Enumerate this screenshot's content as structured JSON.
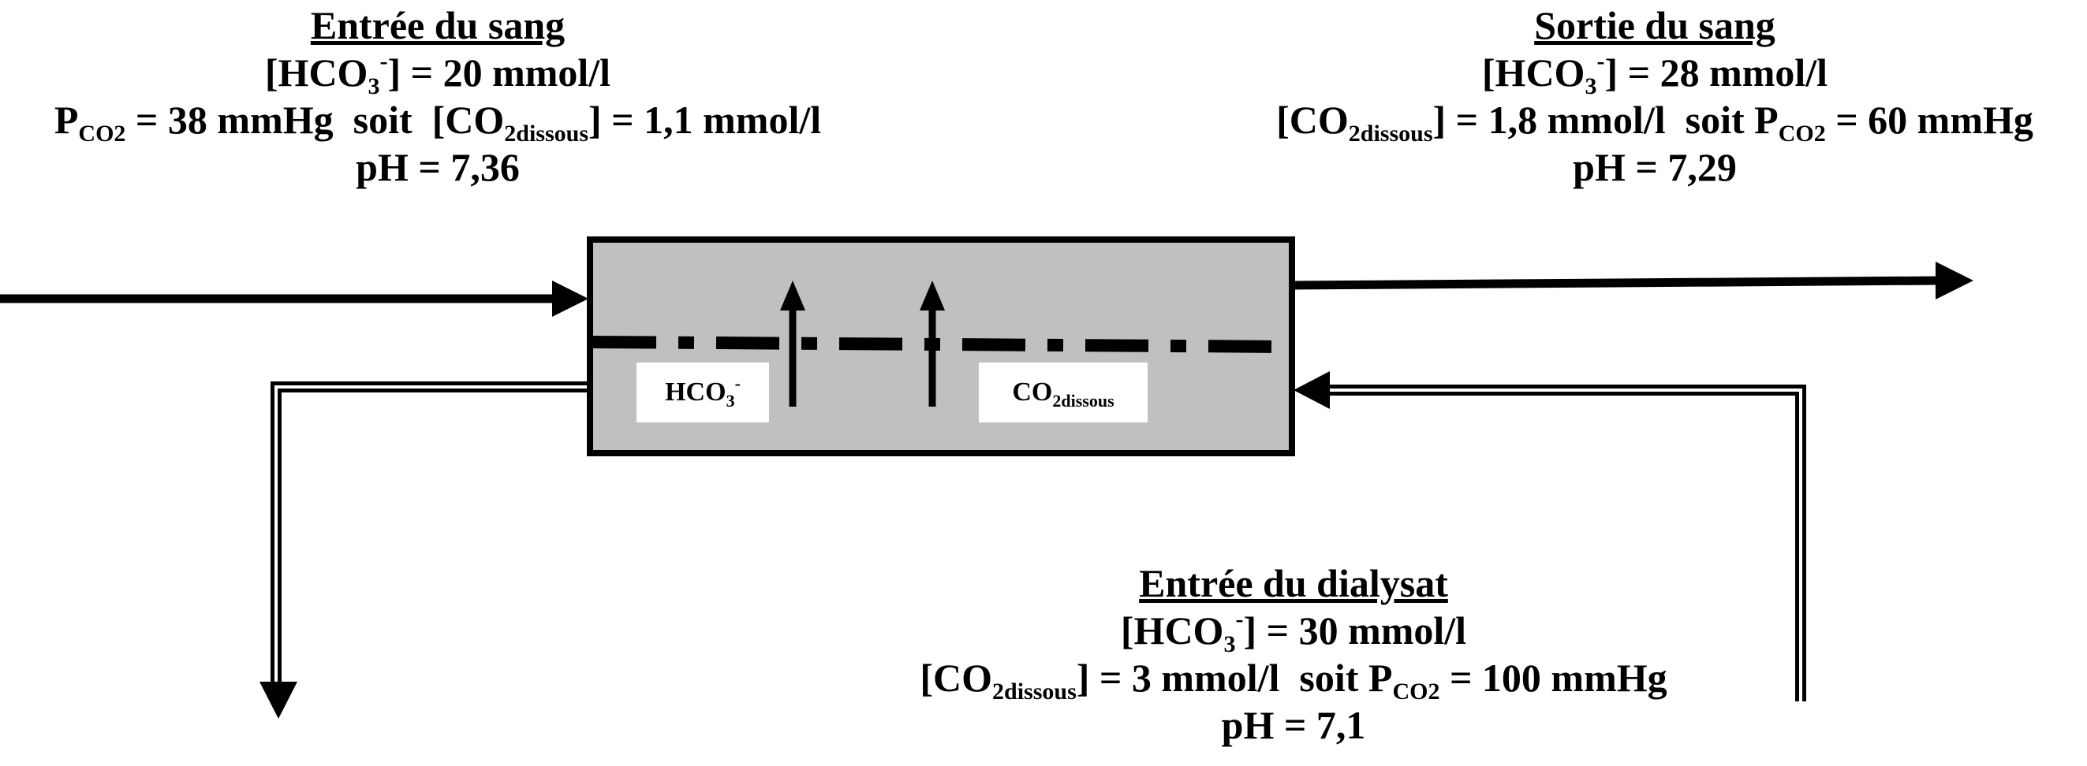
{
  "blood_in": {
    "title": "Entrée du sang",
    "hco3": {
      "species": "[HCO",
      "sub": "3",
      "sup": "-",
      "rest": "]  =  20 mmol/l"
    },
    "pco2": {
      "p": "P",
      "p_sub": "CO2",
      "mid": " = 38 mmHg  soit  [CO",
      "co2_sub": "2dissous",
      "rest": "] = 1,1 mmol/l"
    },
    "ph": "pH = 7,36"
  },
  "blood_out": {
    "title": "Sortie du sang",
    "hco3": {
      "species": "[HCO",
      "sub": "3",
      "sup": "-",
      "rest": "]  =  28 mmol/l"
    },
    "co2": {
      "pre": "[CO",
      "co2_sub": "2dissous",
      "mid": "] = 1,8 mmol/l  soit P",
      "p_sub": "CO2",
      "rest": " = 60 mmHg"
    },
    "ph": "pH = 7,29"
  },
  "dialysate_in": {
    "title": "Entrée du dialysat",
    "hco3": {
      "species": "[HCO",
      "sub": "3",
      "sup": "-",
      "rest": "]  =  30 mmol/l"
    },
    "co2": {
      "pre": "[CO",
      "co2_sub": "2dissous",
      "mid": "] = 3 mmol/l  soit P",
      "p_sub": "CO2",
      "rest": " =  100 mmHg"
    },
    "ph": "pH = 7,1"
  },
  "membrane_labels": {
    "hco3": {
      "species": "HCO",
      "sub": "3",
      "sup": "-"
    },
    "co2": {
      "species": "CO",
      "sub": "2dissous"
    }
  },
  "colors": {
    "dialyzer_fill": "#c0c0c0",
    "stroke": "#000000",
    "background": "#ffffff"
  }
}
